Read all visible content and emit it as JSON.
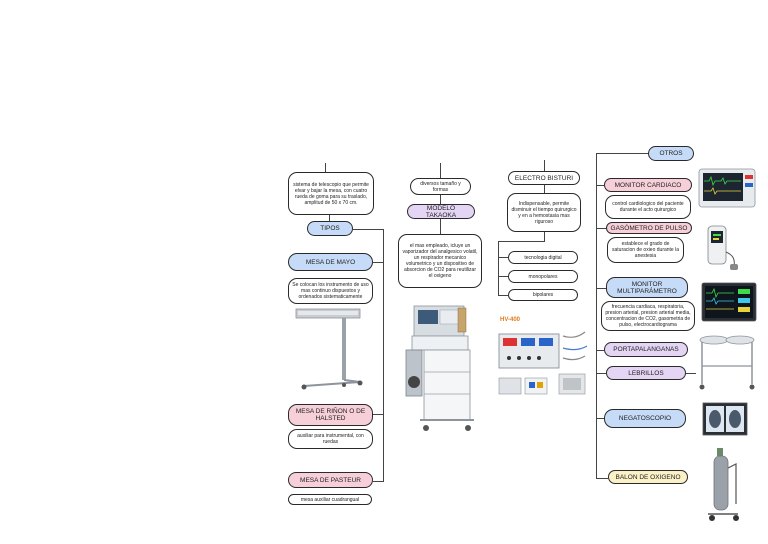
{
  "col1": {
    "tipos_desc": "sistema de telescopio que permite elvar y bajar la mesa, con cuatro rueda de goma para su traslado, amplitud de 50 x 70 cm.",
    "tipos": "TIPOS",
    "mayo": "MESA DE MAYO",
    "mayo_desc": "Se colocan los instrumento de uso mas continuo dispuestos y ordenados sistematicamente",
    "rinon": "MESA DE RIÑON O DE HALSTED",
    "rinon_desc": "auxiliar para instrumental, con ruedas",
    "pasteur": "MESA DE PASTEUR",
    "pasteur_desc": "mesa auxiliar cuadrangual"
  },
  "col2": {
    "tamano": "diversos tamaño y formas",
    "modelo": "MODELO TAKAOKA",
    "modelo_desc": "el mas empleado, icluye un vaporizador del analgesico volatil, un respirador mecanico volumetrico y un dispositivo de absorcion de CO2 para reutilizar el oxigeno"
  },
  "col3": {
    "title": "ELECTRO BISTURI",
    "desc": "Indispensable, permite disminuir el tiempo quirurgico y en a hemostasia mas riguroso",
    "items": [
      "tecnologia digital",
      "monopolares",
      "bipolares"
    ],
    "model_label": "HV-400"
  },
  "col4": {
    "title": "OTROS",
    "monitor_cardiaco": "MONITOR CARDIACO",
    "monitor_cardiaco_desc": "control cardiologico del paciente durante el acto quirurgico",
    "gasometro": "GASÓMETRO DE PULSO",
    "gasometro_desc": "establece el grado de saturacion de oxieo durante la anestesia",
    "multiparametro": "MONITOR MULTIPARÁMETRO",
    "multiparametro_desc": "frecuencia cardiaca, respiratoria, presion arterial, presion arterial media, concentracion de CO2, gasometria de pulso, electrocardiograma",
    "portapalanganas": "PORTAPALANGANAS",
    "lebrillos": "LEBRILLOS",
    "negatoscopio": "NEGATOSCOPIO",
    "balon": "BALON DE OXIGENO"
  },
  "colors": {
    "blue": "#c6dbf7",
    "pink": "#f6cfd8",
    "lavender": "#e3d5f3",
    "yellow": "#fbf1c6"
  }
}
